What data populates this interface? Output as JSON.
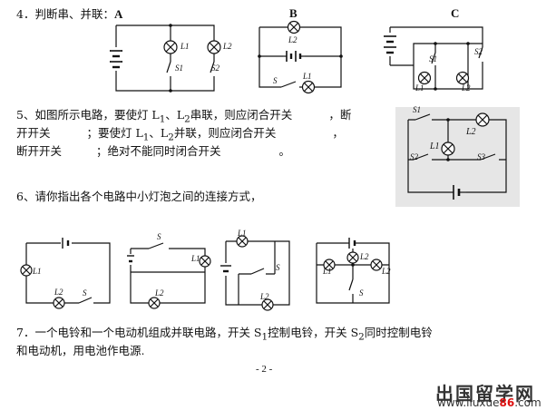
{
  "q4": {
    "text": "4．判断串、并联：",
    "label_a": "A",
    "label_b": "B",
    "label_c": "C"
  },
  "q5": {
    "line1": "5、如图所示电路，要使灯 L",
    "line1_sub1": "1",
    "line1_sep": "、L",
    "line1_sub2": "2",
    "line1_tail": "串联，则应闭合开关",
    "line1_end": "，断",
    "line2": "开开关",
    "line2_mid": "；要使灯 L",
    "line2_sub1": "1",
    "line2_sep": "、L",
    "line2_sub2": "2",
    "line2_tail": "并联，则应闭合开关",
    "line2_end": "，",
    "line3": "断开开关",
    "line3_tail": "；绝对不能同时闭合开关",
    "line3_end": "。"
  },
  "q6": {
    "text": "6、请你指出各个电路中小灯泡之间的连接方式，"
  },
  "q7": {
    "line1_a": "7．一个电铃和一个电动机组成并联电路，开关 S",
    "line1_b": "控制电铃，开关 S",
    "line1_c": "同时控制电铃",
    "line2": "和电动机，用电池作电源."
  },
  "labels": {
    "l1": "L1",
    "l2": "L2",
    "s1": "S1",
    "s2": "S2",
    "s3": "S3",
    "s": "S",
    "l1_big": "L1",
    "l2_big": "L2"
  },
  "footer": {
    "page": "- 2 -"
  },
  "watermark": {
    "title": "出国留学网",
    "url_pre": "www.liuxue",
    "url_num": "86",
    "url_post": ".com"
  }
}
